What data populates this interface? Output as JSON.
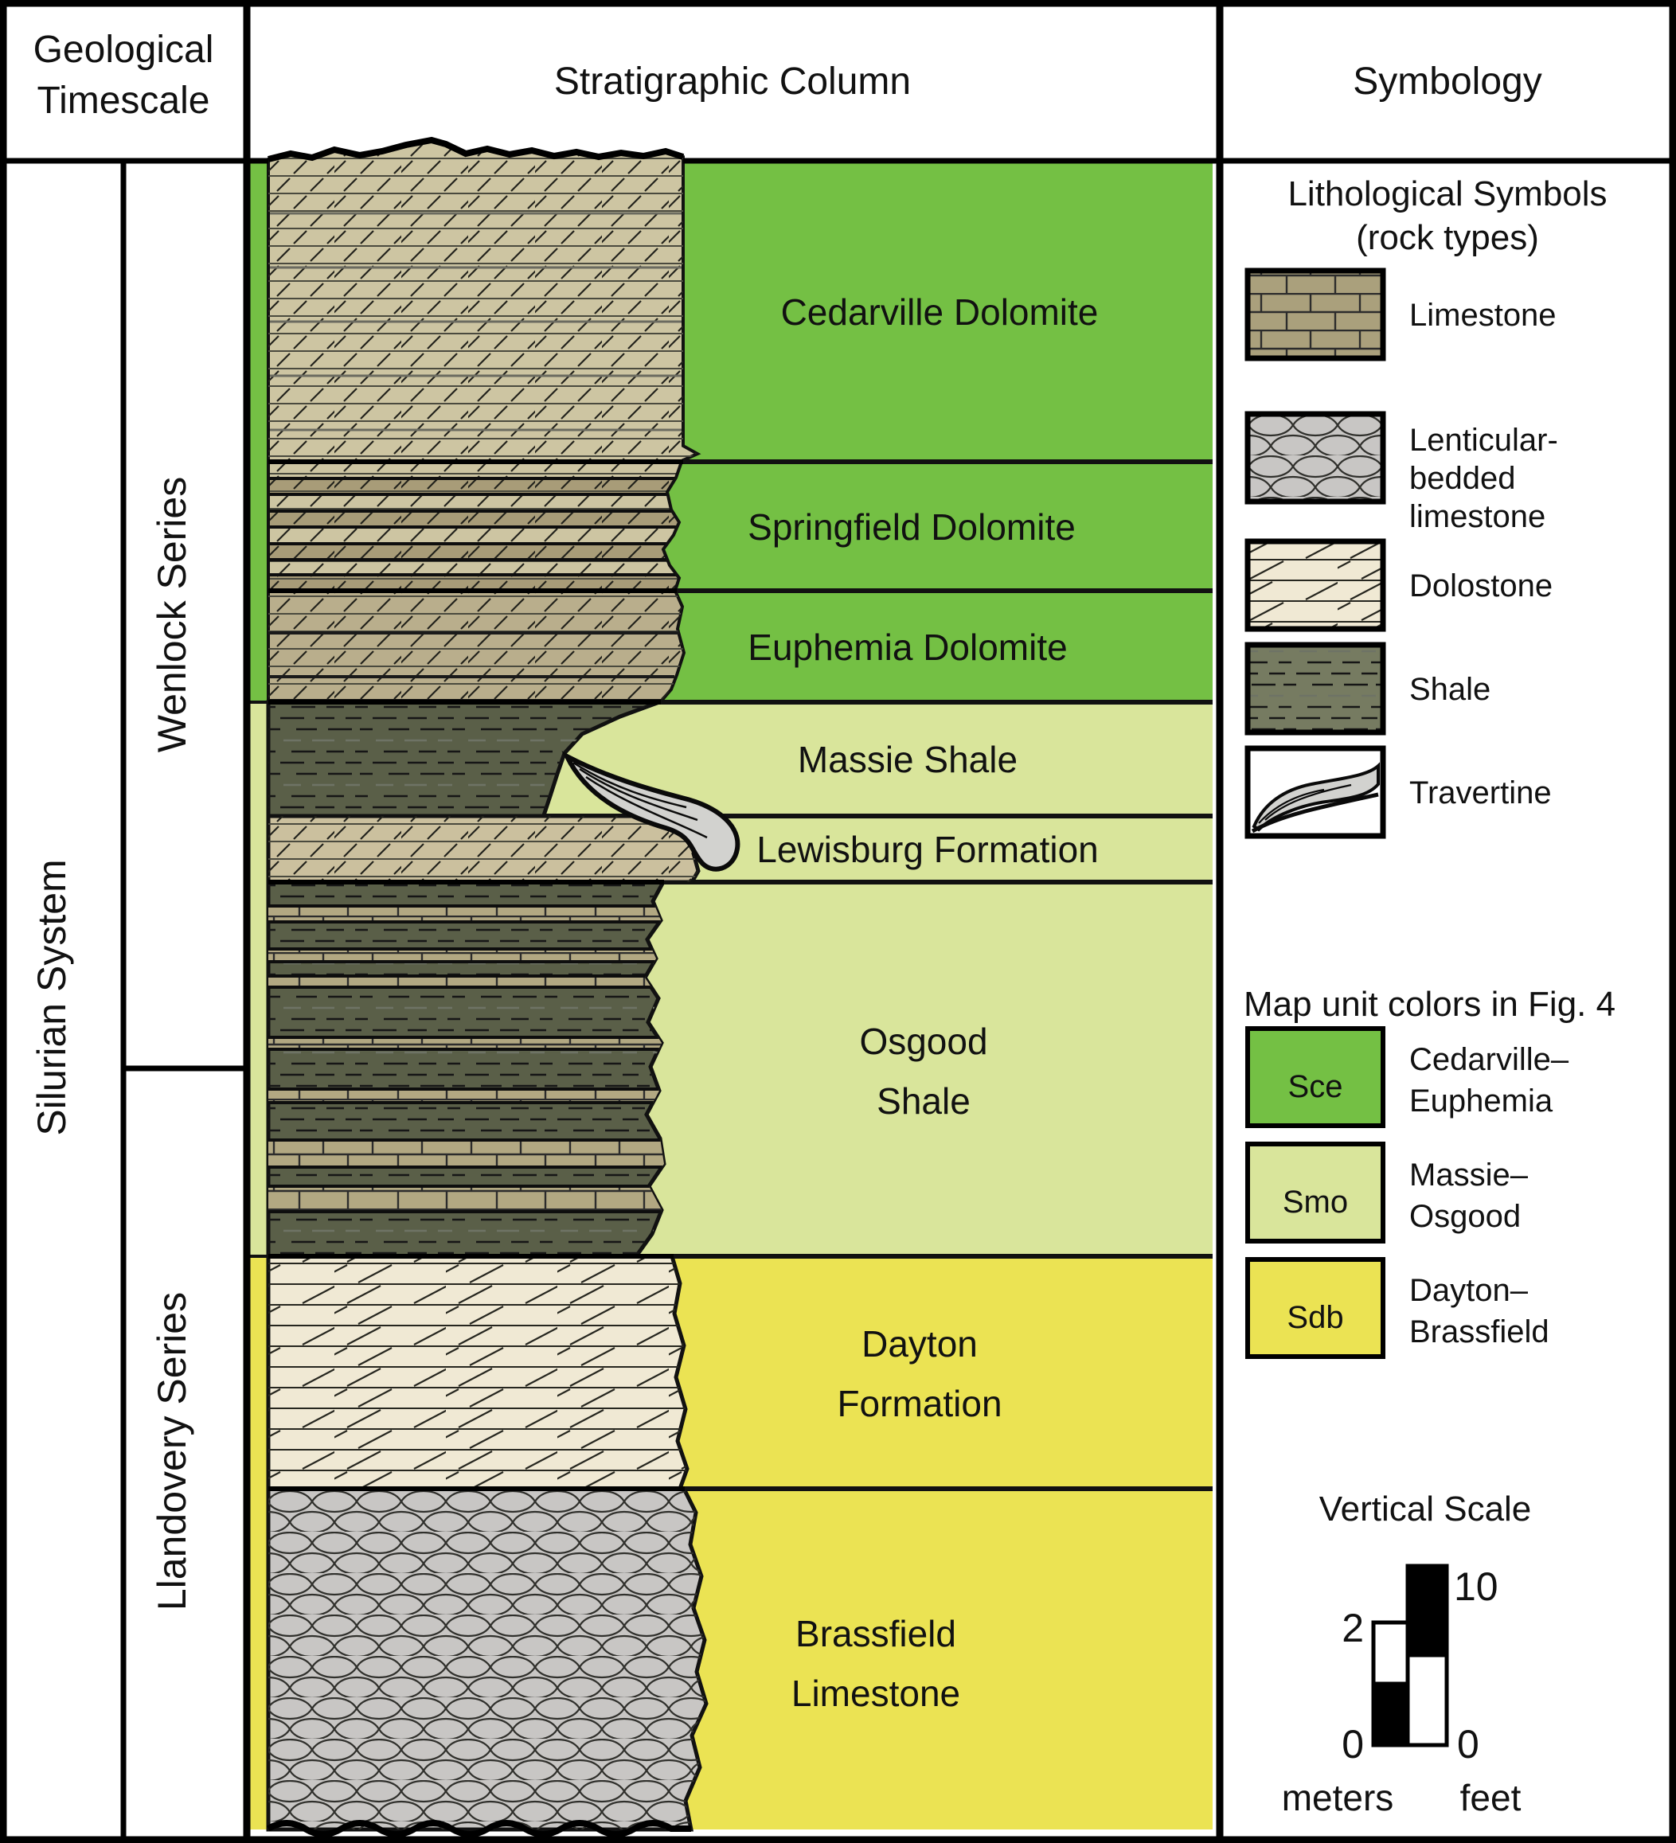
{
  "header": {
    "timescale_lines": [
      "Geological",
      "Timescale"
    ],
    "column": "Stratigraphic Column",
    "symbology": "Symbology"
  },
  "timescale": {
    "system": "Silurian System",
    "series": [
      {
        "label": "Wenlock Series"
      },
      {
        "label": "Llandovery Series"
      }
    ]
  },
  "formations": [
    {
      "id": "cedarville",
      "lines": [
        "Cedarville Dolomite"
      ],
      "map_unit": "Sce",
      "lithology": "dolostone"
    },
    {
      "id": "springfield",
      "lines": [
        "Springfield Dolomite"
      ],
      "map_unit": "Sce",
      "lithology": "dolostone-interbedded"
    },
    {
      "id": "euphemia",
      "lines": [
        "Euphemia Dolomite"
      ],
      "map_unit": "Sce",
      "lithology": "dolostone"
    },
    {
      "id": "massie",
      "lines": [
        "Massie Shale"
      ],
      "map_unit": "Smo",
      "lithology": "shale"
    },
    {
      "id": "lewisburg",
      "lines": [
        "Lewisburg Formation"
      ],
      "map_unit": "Smo",
      "lithology": "dolostone-travertine"
    },
    {
      "id": "osgood",
      "lines": [
        "Osgood",
        "Shale"
      ],
      "map_unit": "Smo",
      "lithology": "shale-limestone-interbedded"
    },
    {
      "id": "dayton",
      "lines": [
        "Dayton",
        "Formation"
      ],
      "map_unit": "Sdb",
      "lithology": "dolostone"
    },
    {
      "id": "brassfield",
      "lines": [
        "Brassfield",
        "Limestone"
      ],
      "map_unit": "Sdb",
      "lithology": "lenticular-bedded-limestone"
    }
  ],
  "legend": {
    "lith_title_lines": [
      "Lithological Symbols",
      "(rock types)"
    ],
    "items": [
      {
        "id": "limestone",
        "lines": [
          "Limestone"
        ]
      },
      {
        "id": "lenticular",
        "lines": [
          "Lenticular-",
          "bedded",
          "limestone"
        ]
      },
      {
        "id": "dolostone",
        "lines": [
          "Dolostone"
        ]
      },
      {
        "id": "shale",
        "lines": [
          "Shale"
        ]
      },
      {
        "id": "travertine",
        "lines": [
          "Travertine"
        ]
      }
    ],
    "map_title": "Map unit colors in Fig. 4",
    "map_units": [
      {
        "code": "Sce",
        "lines": [
          "Cedarville–",
          "Euphemia"
        ]
      },
      {
        "code": "Smo",
        "lines": [
          "Massie–",
          "Osgood"
        ]
      },
      {
        "code": "Sdb",
        "lines": [
          "Dayton–",
          "Brassfield"
        ]
      }
    ],
    "scale": {
      "title": "Vertical Scale",
      "meters_max": "2",
      "meters_min": "0",
      "feet_max": "10",
      "feet_min": "0",
      "meters_label": "meters",
      "feet_label": "feet"
    }
  },
  "colors": {
    "sce": "#74c044",
    "smo": "#d9e59b",
    "sdb": "#ebe353",
    "cedarville_tan": "#cdc5a2",
    "springfield_brown": "#a89c78",
    "euphemia_tan": "#b9ae8c",
    "lewisburg_tan": "#cbc09e",
    "osgood_interbed": "#b2a882",
    "shale_dark": "#5a5f48",
    "shale_legend": "#767b61",
    "limestone_brick": "#aaa07c",
    "dolostone_cream": "#f0e9d4",
    "lenticular_gray": "#c8c6c4",
    "travertine_gray": "#d2d2cf",
    "line": "#111111"
  }
}
